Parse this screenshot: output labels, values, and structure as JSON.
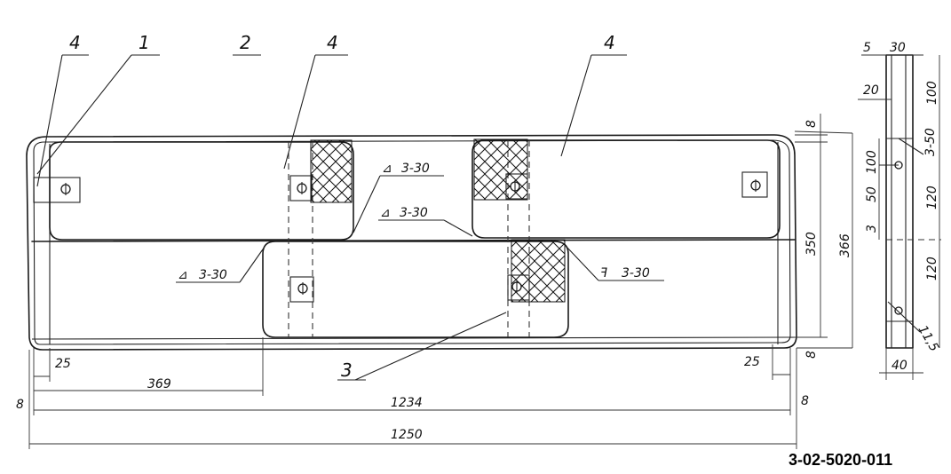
{
  "drawing_code": "3-02-5020-011",
  "position_labels": [
    "4",
    "1",
    "2",
    "4",
    "4",
    "3"
  ],
  "weld_symbols": [
    "3-30",
    "3-30",
    "3-30",
    "3-30"
  ],
  "front_view_dimensions": {
    "bottom_margin_left": "25",
    "bottom_margin_right": "25",
    "offset": "369",
    "inner_width": "1234",
    "overall_width": "1250",
    "edge_left": "8",
    "edge_right": "8",
    "edge_top": "8",
    "edge_bottom": "8",
    "inner_height": "350",
    "overall_height": "366"
  },
  "side_view_dimensions": {
    "top_a": "5",
    "top_b": "30",
    "d20": "20",
    "d100_top": "100",
    "weld": "3-50",
    "d100": "100",
    "d50": "50",
    "d3": "3",
    "d120_a": "120",
    "d120_b": "120",
    "hole": "11,5",
    "d40": "40"
  }
}
